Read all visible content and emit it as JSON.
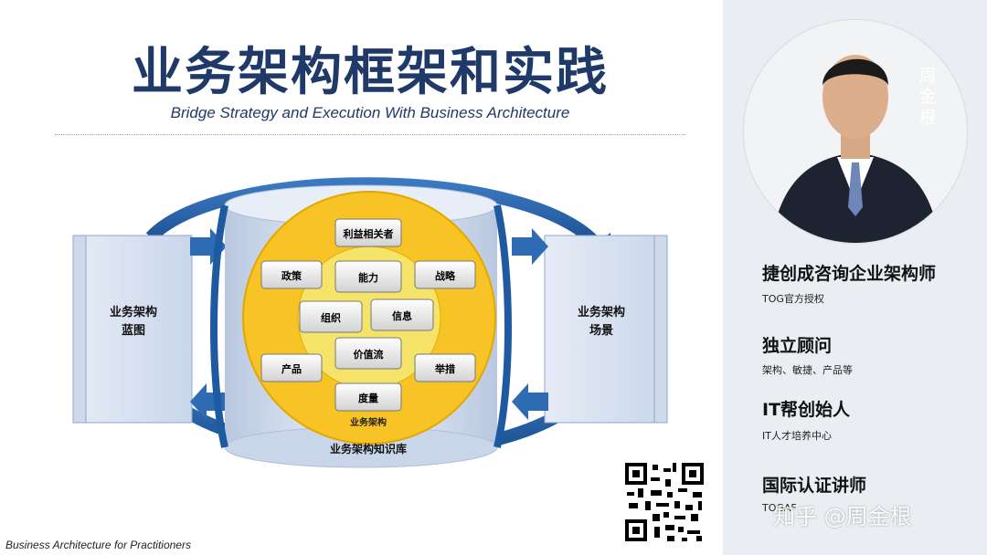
{
  "slide": {
    "title": "业务架构框架和实践",
    "subtitle": "Bridge Strategy and Execution With Business Architecture",
    "footer": "Business Architecture for Practitioners"
  },
  "diagram": {
    "left_panel": "业务架构\n蓝图",
    "right_panel": "业务架构\n场景",
    "boxes": {
      "stakeholders": "利益相关者",
      "policy": "政策",
      "capability": "能力",
      "strategy": "战略",
      "organization": "组织",
      "information": "信息",
      "value_stream": "价值流",
      "product": "产品",
      "initiative": "举措",
      "measure": "度量"
    },
    "inner_label": "业务架构",
    "outer_label": "业务架构知识库"
  },
  "profile": {
    "name": "周金根",
    "roles": [
      {
        "title": "捷创成咨询企业架构师",
        "subtitle": "TOG官方授权"
      },
      {
        "title": "独立顾问",
        "subtitle": "架构、敏捷、产品等"
      },
      {
        "title": "IT帮创始人",
        "subtitle": "IT人才培养中心"
      },
      {
        "title": "国际认证讲师",
        "subtitle": "TOGAF"
      }
    ]
  },
  "watermark": "知乎 @周金根",
  "colors": {
    "title": "#1f3a68",
    "arrow_blue": "#1e5aa0",
    "ring_yellow": "#f7c325",
    "ring_light": "#f6e46a",
    "cylinder": "#dbe4f1"
  }
}
